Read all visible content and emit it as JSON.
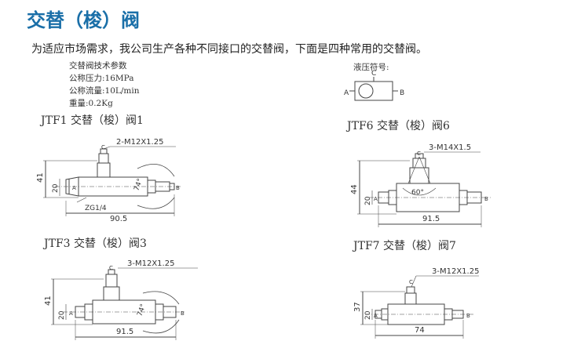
{
  "page": {
    "title": "交替（梭）阀",
    "intro": "为适应市场需求，我公司生产各种不同接口的交替阀，下面是四种常用的交替阀。"
  },
  "specs": {
    "heading": "交替阀技术参数",
    "pressure": "公称压力:16MPa",
    "flow": "公称流量:10L/min",
    "weight": "重量:0.2Kg"
  },
  "symbol": {
    "label": "液压符号:",
    "port_a": "A",
    "port_b": "B",
    "port_c": "C"
  },
  "drawings": {
    "jtf1": {
      "label": "JTF1 交替（梭）阀1",
      "thread": "2-M12X1.25",
      "height": "41",
      "port_dia": "20",
      "length": "90.5",
      "angle": "74°",
      "zg": "ZG1/4",
      "a": "A",
      "b": "B",
      "c": "C"
    },
    "jtf6": {
      "label": "JTF6 交替（梭）阀6",
      "thread": "3-M14X1.5",
      "height": "44",
      "port_dia": "20",
      "length": "91.5",
      "angle": "60°",
      "a": "A",
      "b": "B",
      "c": "C"
    },
    "jtf3": {
      "label": "JTF3 交替（梭）阀3",
      "thread": "3-M12X1.25",
      "height": "41",
      "port_dia": "20",
      "length": "91.5",
      "angle": "74°",
      "a": "A",
      "b": "B",
      "c": "C"
    },
    "jtf7": {
      "label": "JTF7 交替（梭）阀7",
      "thread": "3-M12X1.25",
      "height": "37",
      "port_dia": "20",
      "length": "74",
      "a": "A",
      "b": "B",
      "c": "C"
    }
  }
}
